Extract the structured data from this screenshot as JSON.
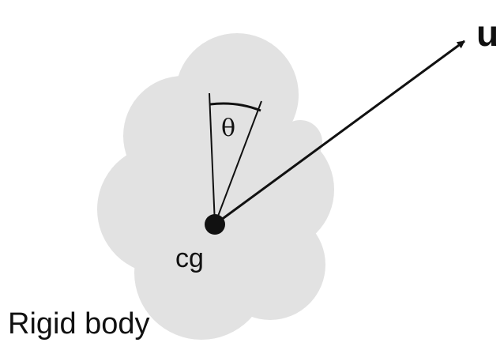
{
  "labels": {
    "vector": "u",
    "angle": "θ",
    "center": "cg",
    "body": "Rigid body"
  },
  "colors": {
    "body_fill": "#e2e2e2",
    "ink": "#111111",
    "background": "#ffffff"
  }
}
